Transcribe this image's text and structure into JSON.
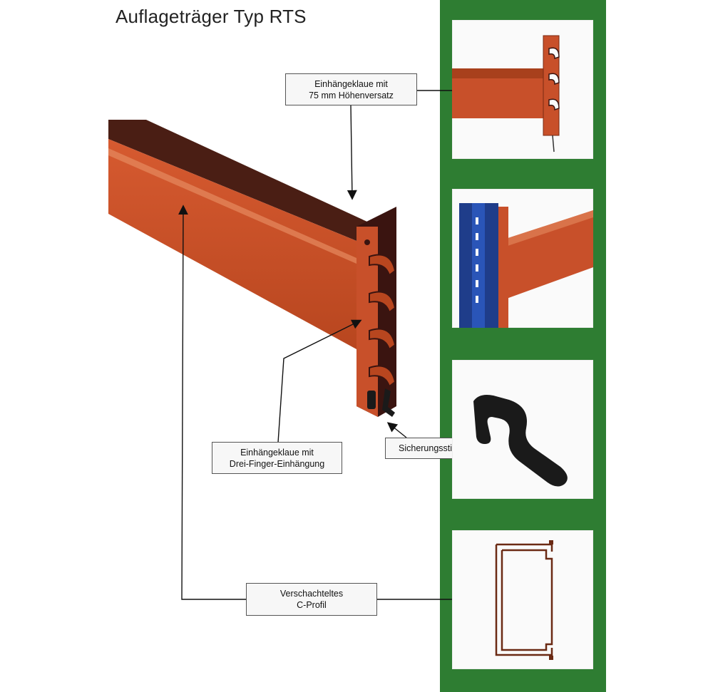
{
  "title": "Auflageträger Typ RTS",
  "callouts": {
    "claw75": {
      "line1": "Einhängeklaue mit",
      "line2": "75 mm Höhenversatz"
    },
    "claw3": {
      "line1": "Einhängeklaue mit",
      "line2": "Drei-Finger-Einhängung"
    },
    "pin": {
      "line1": "Sicherungsstift"
    },
    "cprofile": {
      "line1": "Verschachteltes",
      "line2": "C-Profil"
    }
  },
  "colors": {
    "beam": "#c8502a",
    "beam_top": "#4a1e14",
    "upright": "#1f3d8a",
    "panel": "#2e7d32",
    "pin": "#1a1a1a"
  }
}
